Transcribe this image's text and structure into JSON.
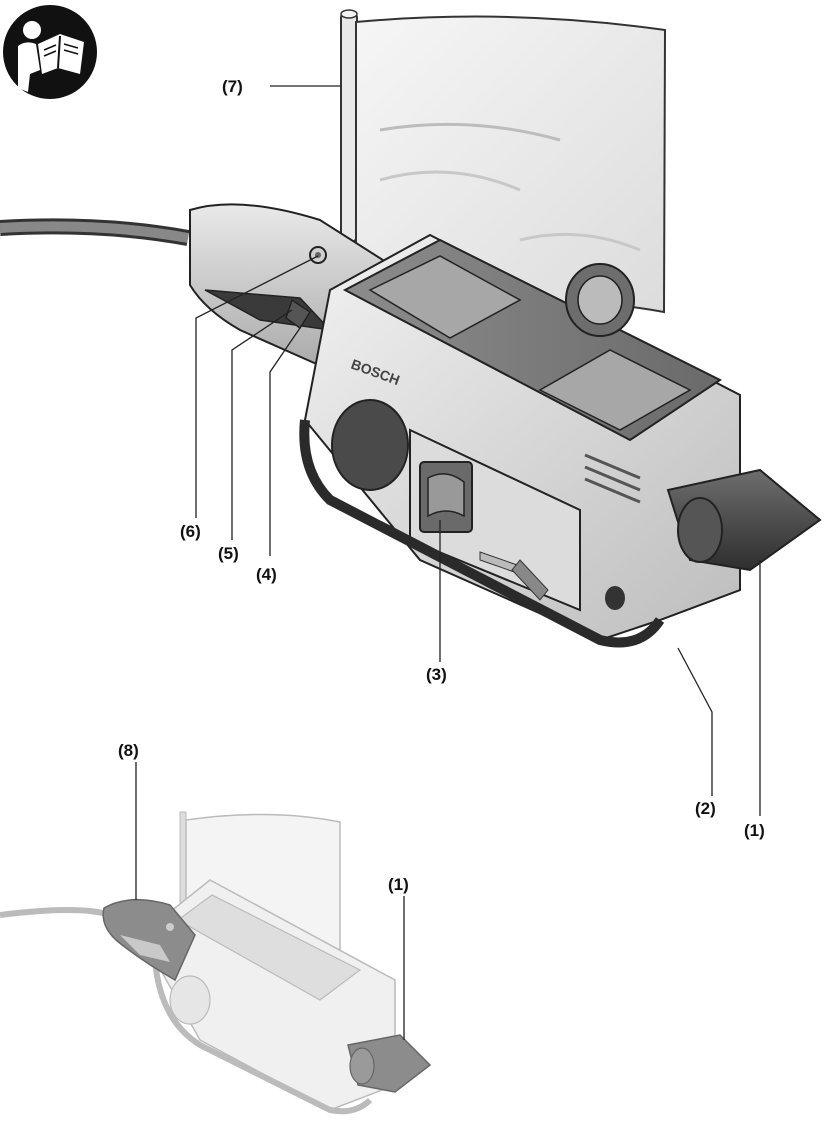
{
  "callouts": {
    "c1": "(1)",
    "c2": "(2)",
    "c3": "(3)",
    "c4": "(4)",
    "c5": "(5)",
    "c6": "(6)",
    "c7": "(7)",
    "c8": "(8)",
    "c1_small": "(1)"
  },
  "logo_text": "BOSCH",
  "icons": {
    "manual": "read-manual-icon"
  }
}
